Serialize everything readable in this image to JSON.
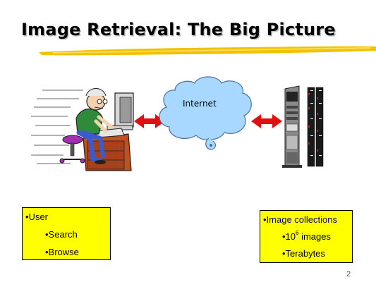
{
  "slide": {
    "title": "Image Retrieval: The Big Picture",
    "cloud_label": "Internet",
    "user_box": {
      "heading": "•User",
      "items": [
        "•Search",
        "•Browse"
      ]
    },
    "collections_box": {
      "heading": "•Image collections",
      "item1_prefix": "•10",
      "item1_sup": "6",
      "item1_suffix": " images",
      "item2": "•Terabytes"
    },
    "page_number": "2"
  },
  "colors": {
    "box_fill": "#ffff00",
    "heading_text": "#000080",
    "arrow": "#e01010",
    "cloud": "#a8d8ff",
    "brush_stroke": "#f2c200"
  },
  "icons": [
    "user-at-computer-clipart",
    "double-arrow-icon",
    "internet-cloud-icon",
    "server-rack-clipart",
    "storage-tapes-clipart"
  ]
}
